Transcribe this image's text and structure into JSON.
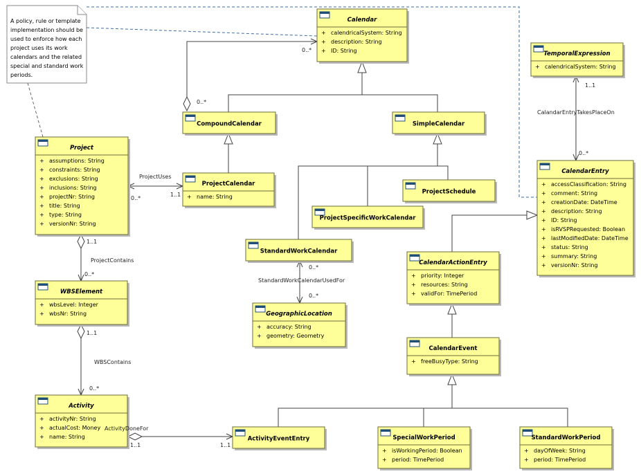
{
  "note": {
    "lines": [
      "A policy, rule or template",
      "implementation should be",
      "used to enforce how each",
      "project uses its work",
      "calendars and the related",
      "special and standard work",
      "periods."
    ]
  },
  "classes": {
    "calendar": {
      "name": "Calendar",
      "abstract": true,
      "attrs": [
        "calendricalSystem: String",
        "description: String",
        "ID: String"
      ]
    },
    "temporal_expression": {
      "name": "TemporalExpression",
      "abstract": true,
      "attrs": [
        "calendricalSystem: String"
      ]
    },
    "compound_calendar": {
      "name": "CompoundCalendar",
      "abstract": false,
      "attrs": []
    },
    "simple_calendar": {
      "name": "SimpleCalendar",
      "abstract": false,
      "attrs": []
    },
    "project": {
      "name": "Project",
      "abstract": true,
      "attrs": [
        "assumptions: String",
        "constraints: String",
        "exclusions: String",
        "inclusions: String",
        "projectNr: String",
        "title: String",
        "type: String",
        "versionNr: String"
      ]
    },
    "project_calendar": {
      "name": "ProjectCalendar",
      "abstract": false,
      "attrs": [
        "name: String"
      ]
    },
    "project_schedule": {
      "name": "ProjectSchedule",
      "abstract": false,
      "attrs": []
    },
    "project_specific_work_calendar": {
      "name": "ProjectSpecificWorkCalendar",
      "abstract": false,
      "attrs": []
    },
    "calendar_entry": {
      "name": "CalendarEntry",
      "abstract": true,
      "attrs": [
        "accessClassification: String",
        "comment: String",
        "creationDate: DateTime",
        "description: String",
        "ID: String",
        "isRVSPRequested: Boolean",
        "lastModifiedDate: DateTime",
        "status: String",
        "summary: String",
        "versionNr: String"
      ]
    },
    "standard_work_calendar": {
      "name": "StandardWorkCalendar",
      "abstract": false,
      "attrs": []
    },
    "calendar_action_entry": {
      "name": "CalendarActionEntry",
      "abstract": true,
      "attrs": [
        "priority: Integer",
        "resources: String",
        "validFor: TimePeriod"
      ]
    },
    "wbs_element": {
      "name": "WBSElement",
      "abstract": true,
      "attrs": [
        "wbsLevel: Integer",
        "wbsNr: String"
      ]
    },
    "geographic_location": {
      "name": "GeographicLocation",
      "abstract": true,
      "attrs": [
        "accuracy: String",
        "geometry: Geometry"
      ]
    },
    "calendar_event": {
      "name": "CalendarEvent",
      "abstract": false,
      "attrs": [
        "freeBusyType: String"
      ]
    },
    "activity": {
      "name": "Activity",
      "abstract": true,
      "attrs": [
        "activityNr: String",
        "actualCost: Money",
        "name: String"
      ]
    },
    "activity_event_entry": {
      "name": "ActivityEventEntry",
      "abstract": false,
      "attrs": []
    },
    "special_work_period": {
      "name": "SpecialWorkPeriod",
      "abstract": false,
      "attrs": [
        "isWorkingPeriod: Boolean",
        "period: TimePeriod"
      ]
    },
    "standard_work_period": {
      "name": "StandardWorkPeriod",
      "abstract": false,
      "attrs": [
        "dayOfWeek: String",
        "period: TimePeriod"
      ]
    }
  },
  "visibility_symbol": "+",
  "labels": {
    "project_uses": "ProjectUses",
    "project_contains": "ProjectContains",
    "wbs_contains": "WBSContains",
    "activity_done_for": "ActivityDoneFor",
    "standard_work_calendar_used_for": "StandardWorkCalendarUsedFor",
    "calendar_entry_takes_place_on": "CalandarEntryTakesPlaceOn"
  },
  "multiplicities": {
    "calendar_compound_calendar_end": "0..*",
    "compound_calendar_end": "0..*",
    "project_uses_project_end": "0..*",
    "project_uses_calendar_end": "1..1",
    "project_contains_project_end": "1..1",
    "project_contains_wbs_end": "0..*",
    "wbs_contains_wbs_end": "1..1",
    "wbs_contains_activity_end": "0..*",
    "activity_done_for_activity_end": "1..1",
    "activity_done_for_entry_end": "1..1",
    "swc_used_for_calendar_end": "0..*",
    "swc_used_for_location_end": "0..*",
    "takes_place_on_expression_end": "1..1",
    "takes_place_on_entry_end": "0..*"
  }
}
